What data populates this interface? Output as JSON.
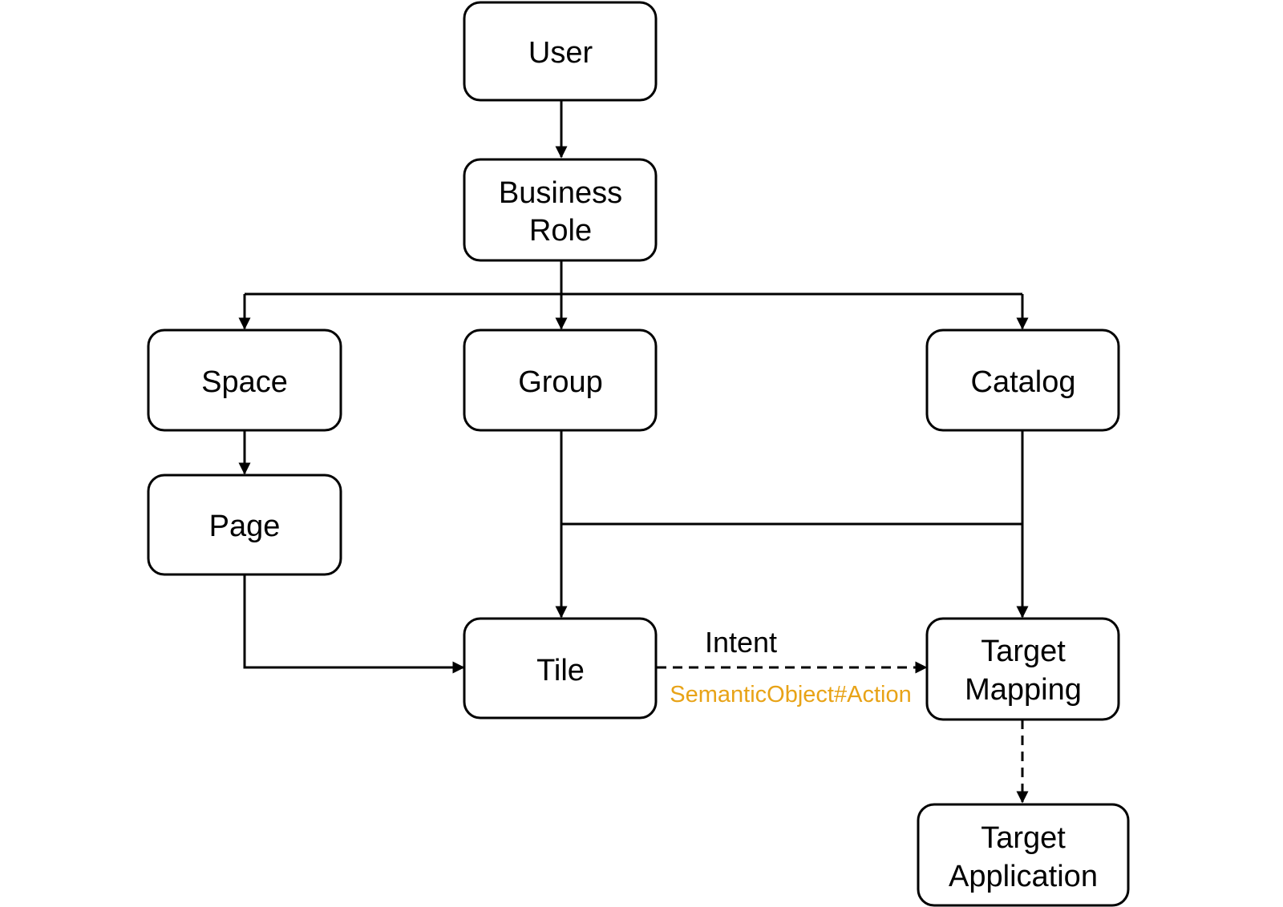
{
  "colors": {
    "stroke": "#000000",
    "background": "#ffffff",
    "accent": "#E8A317"
  },
  "nodes": {
    "user": "User",
    "business_role": [
      "Business",
      "Role"
    ],
    "space": "Space",
    "group": "Group",
    "catalog": "Catalog",
    "page": "Page",
    "tile": "Tile",
    "target_mapping": [
      "Target",
      "Mapping"
    ],
    "target_application": [
      "Target",
      "Application"
    ]
  },
  "edges": {
    "intent_label": "Intent",
    "intent_sublabel": "SemanticObject#Action"
  }
}
